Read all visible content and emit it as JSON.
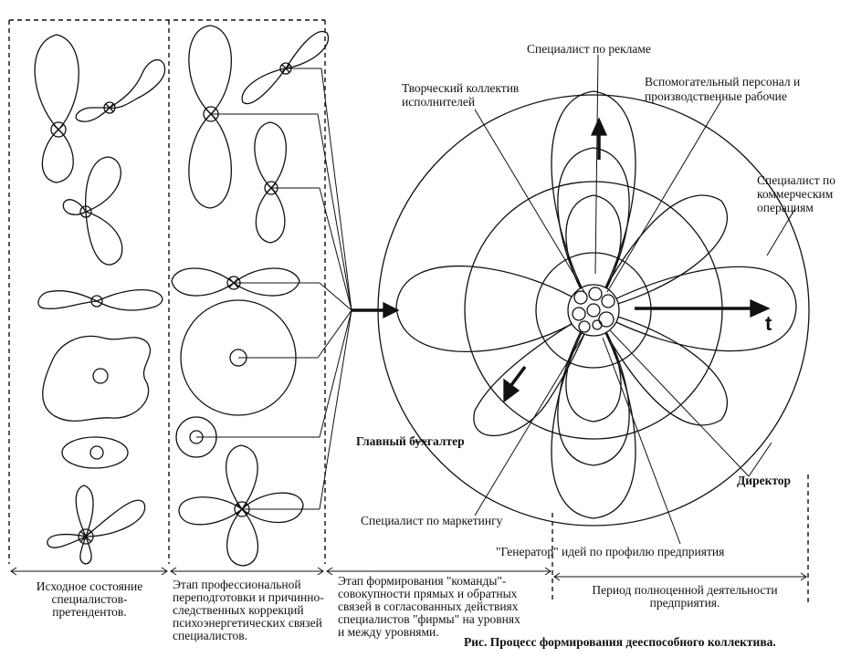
{
  "labels": {
    "advertising": "Специалист по рекламе",
    "creative_team_1": "Творческий коллектив",
    "creative_team_2": "исполнителей",
    "aux_staff_1": "Вспомогательный персонал и",
    "aux_staff_2": "производственные рабочие",
    "commercial_1": "Специалист по",
    "commercial_2": "коммерческим",
    "commercial_3": "операциям",
    "accountant": "Главный бухгалтер",
    "director": "Директор",
    "marketing": "Специалист по маркетингу",
    "generator": "\"Генератор\" идей по профилю предприятия",
    "time_axis": "t"
  },
  "stages": {
    "s1": [
      "Исходное состояние",
      "специалистов-",
      "претендентов."
    ],
    "s2": [
      "Этап профессиональной",
      "переподготовки и причинно-",
      "следственных коррекций",
      "психоэнергетических связей",
      "специалистов."
    ],
    "s3": [
      "Этап формирования \"команды\"-",
      "совокупности прямых и обратных",
      "связей в согласованных действиях",
      "специалистов \"фирмы\" на уровнях",
      "и между уровнями."
    ],
    "s4": [
      "Период полноценной деятельности",
      "предприятия."
    ]
  },
  "caption": "Рис.  Процесс формирования дееспособного коллектива."
}
